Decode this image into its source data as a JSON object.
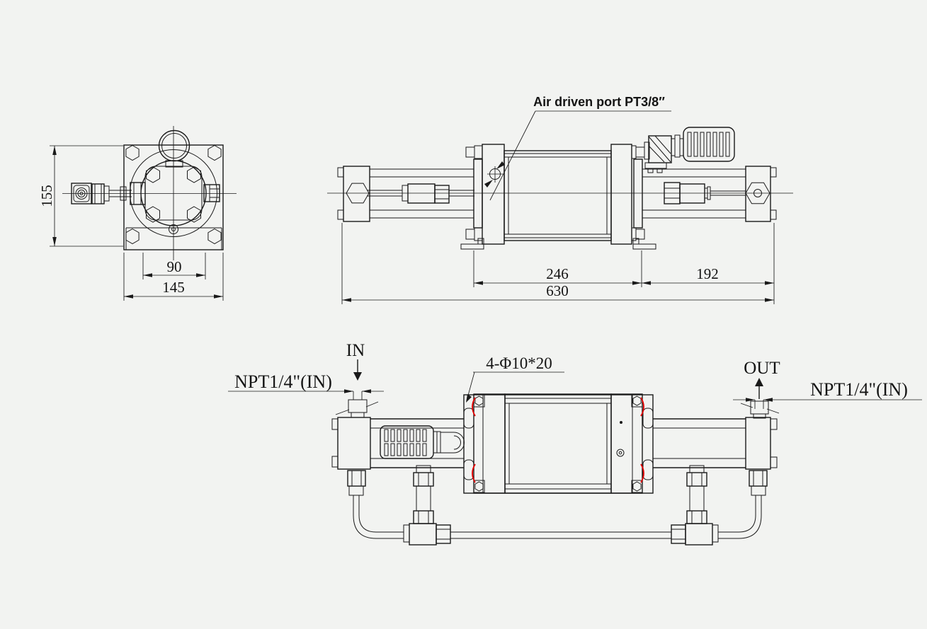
{
  "colors": {
    "background": "#f2f3f1",
    "line": "#1a1a1a",
    "accent_red": "#e60000"
  },
  "front_view": {
    "dim_height": "155",
    "dim_bolt_spacing": "90",
    "dim_width": "145"
  },
  "side_view": {
    "air_port_label": "Air driven port PT3/8″",
    "dim_center_section": "246",
    "dim_right_section": "192",
    "dim_overall_length": "630"
  },
  "bottom_view": {
    "inlet_label": "IN",
    "inlet_port_label": "NPT1/4\"(IN)",
    "slots_label": "4-Φ10*20",
    "outlet_label": "OUT",
    "outlet_port_label": "NPT1/4\"(IN)"
  }
}
